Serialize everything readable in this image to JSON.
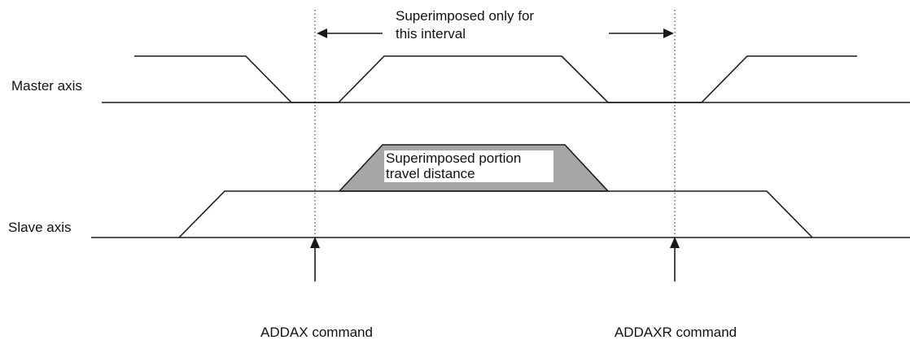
{
  "labels": {
    "master_axis": "Master axis",
    "slave_axis": "Slave axis",
    "interval_line1": "Superimposed only for",
    "interval_line2": "this interval",
    "portion_line1": "Superimposed  portion",
    "portion_line2": "travel  distance",
    "addax": "ADDAX command",
    "addaxr": "ADDAXR command"
  },
  "colors": {
    "line": "#1a1a1a",
    "shaded_area": "#a6a6a6",
    "background": "#ffffff"
  }
}
